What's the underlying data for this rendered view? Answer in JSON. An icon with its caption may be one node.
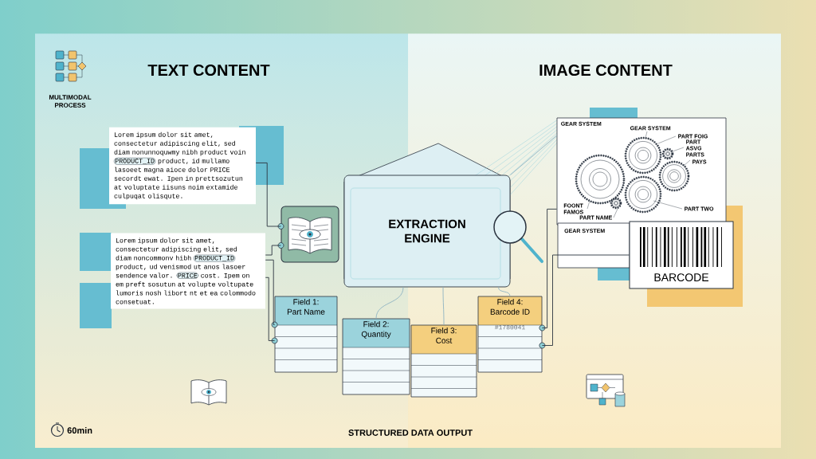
{
  "diagram": {
    "nodes": [
      {
        "text": [
          "Lorem ipsum dolor sit amet, consectetur adipiscing elit, sed diam nonunnoquwmy nibh product voin",
          "PRODUCT_ID",
          "product, id mullamo lasoeet magna aioce dolor PRICE secordt ewat. Ipen in prettsozutun at voluptate iisuns noim extamide culpuqat olisqute."
        ]
      },
      {
        "text": [
          "Lorem ipsum dolor sit amet, consectetur adipiscing elit, sed diam noncommonv hibh",
          "PRODUCT_ID",
          "product, ud venismod ut anos lasoer sendence valor.",
          "PRICE",
          "cost. Ipem on em preft sosutun at volupte voltupate lumoris nosh libort nt et ea colommodo consetuat."
        ]
      },
      {
        "text": [],
        "shape": "picture"
      },
      {
        "text": [
          "EXTRACTION ENGINE"
        ]
      },
      {
        "text": [
          "GEAR SYSTEM"
        ],
        "beside": [
          "GEAR SYSTEM"
        ]
      },
      {
        "text": [
          "BARCODE"
        ]
      },
      {
        "text": [
          "Field 1:",
          "Part Name"
        ]
      },
      {
        "text": [
          "Field 2:",
          "Quantity"
        ]
      },
      {
        "text": [
          "Field 3:",
          "Cost"
        ]
      },
      {
        "text": [
          "Field 4:",
          "Barcode ID",
          "#1780041"
        ]
      }
    ],
    "edges": [
      {
        "from": 0,
        "to": 2,
        "arrow": "none"
      },
      {
        "from": 1,
        "to": 2,
        "arrow": "none"
      },
      {
        "from": 1,
        "to": 6,
        "arrow": "none"
      },
      {
        "from": 1,
        "to": 6,
        "arrow": "none"
      },
      {
        "from": 4,
        "to": 9,
        "arrow": "none"
      },
      {
        "from": 5,
        "to": 9,
        "arrow": "none"
      },
      {
        "from": 3,
        "to": 7,
        "arrow": "none",
        "color": "#8fb3c2"
      },
      {
        "from": 3,
        "to": 8,
        "arrow": "none",
        "color": "#8fb3c2"
      },
      {
        "from": 3,
        "to": 9,
        "arrow": "none",
        "color": "#8fb3c2"
      },
      {
        "from": 4,
        "to": 3,
        "arrow": "none",
        "color": "#8fb3c2"
      }
    ],
    "labels": [
      "TEXT CONTENT",
      "IMAGE CONTENT",
      "MULTIMODAL PROCESS",
      "GEAR SYSTEM",
      "PART FOIG",
      "PART ASVG PARTS",
      "PAYS",
      "FOONT FAMOS",
      "PART NAME",
      "PART TWO",
      "STRUCTURED DATA OUTPUT",
      "60min"
    ]
  }
}
